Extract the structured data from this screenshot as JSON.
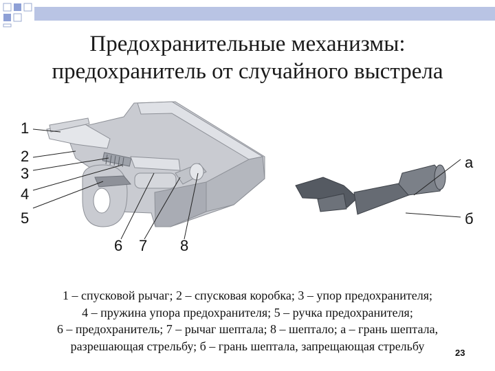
{
  "title": {
    "line1": "Предохранительные механизмы:",
    "line2": "предохранитель от случайного выстрела"
  },
  "figure": {
    "labels_left": [
      "1",
      "2",
      "3",
      "4",
      "5"
    ],
    "labels_bottom": [
      "6",
      "7",
      "8"
    ],
    "labels_right": [
      "а",
      "б"
    ]
  },
  "caption": {
    "line1": "1 – спусковой рычаг; 2 – спусковая коробка; 3 – упор предохранителя;",
    "line2": "4 – пружина упора предохранителя; 5 – ручка предохранителя;",
    "line3": "6 – предохранитель; 7 – рычаг шептала; 8 – шептало; а – грань шептала,",
    "line4": "разрешающая стрельбу; б – грань шептала, запрещающая стрельбу"
  },
  "page_number": "23",
  "colors": {
    "accent": "#b9c4e4",
    "part": "#c9cbd1",
    "dark_part": "#555a62"
  }
}
